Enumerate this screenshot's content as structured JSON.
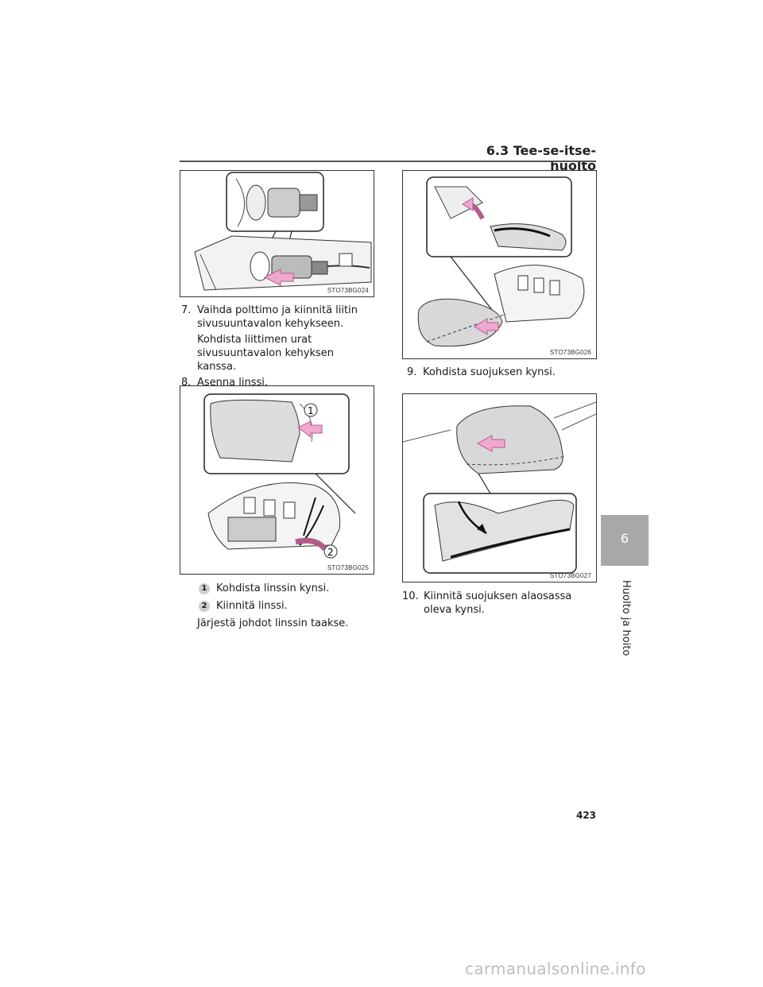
{
  "header": {
    "section_title": "6.3 Tee-se-itse-huolto"
  },
  "figures": {
    "fig1": {
      "code": "STO73BG024"
    },
    "fig2": {
      "code": "STO73BG025",
      "callouts": [
        "1",
        "2"
      ]
    },
    "fig3": {
      "code": "STO73BG026"
    },
    "fig4": {
      "code": "STO73BG027"
    }
  },
  "steps": {
    "step7": {
      "number": "7.",
      "text": "Vaihda polttimo ja kiinnitä liitin sivusuuntavalon kehykseen.",
      "sub": "Kohdista liittimen urat sivusuuntavalon kehyksen kanssa."
    },
    "step8": {
      "number": "8.",
      "text": "Asenna linssi."
    },
    "callouts": [
      {
        "badge": "1",
        "text": "Kohdista linssin kynsi."
      },
      {
        "badge": "2",
        "text": "Kiinnitä linssi."
      }
    ],
    "note": "Järjestä johdot linssin taakse.",
    "step9": {
      "number": "9.",
      "text": "Kohdista suojuksen kynsi."
    },
    "step10": {
      "number": "10.",
      "text": "Kiinnitä suojuksen alaosassa oleva kynsi."
    }
  },
  "side_tab": {
    "number": "6",
    "label": "Huolto ja hoito"
  },
  "page_number": "423",
  "watermark": "carmanualsonline.info",
  "colors": {
    "arrow": "#f0a8d0",
    "tab": "#a8a8a8",
    "lens": "#d8d8d8"
  }
}
